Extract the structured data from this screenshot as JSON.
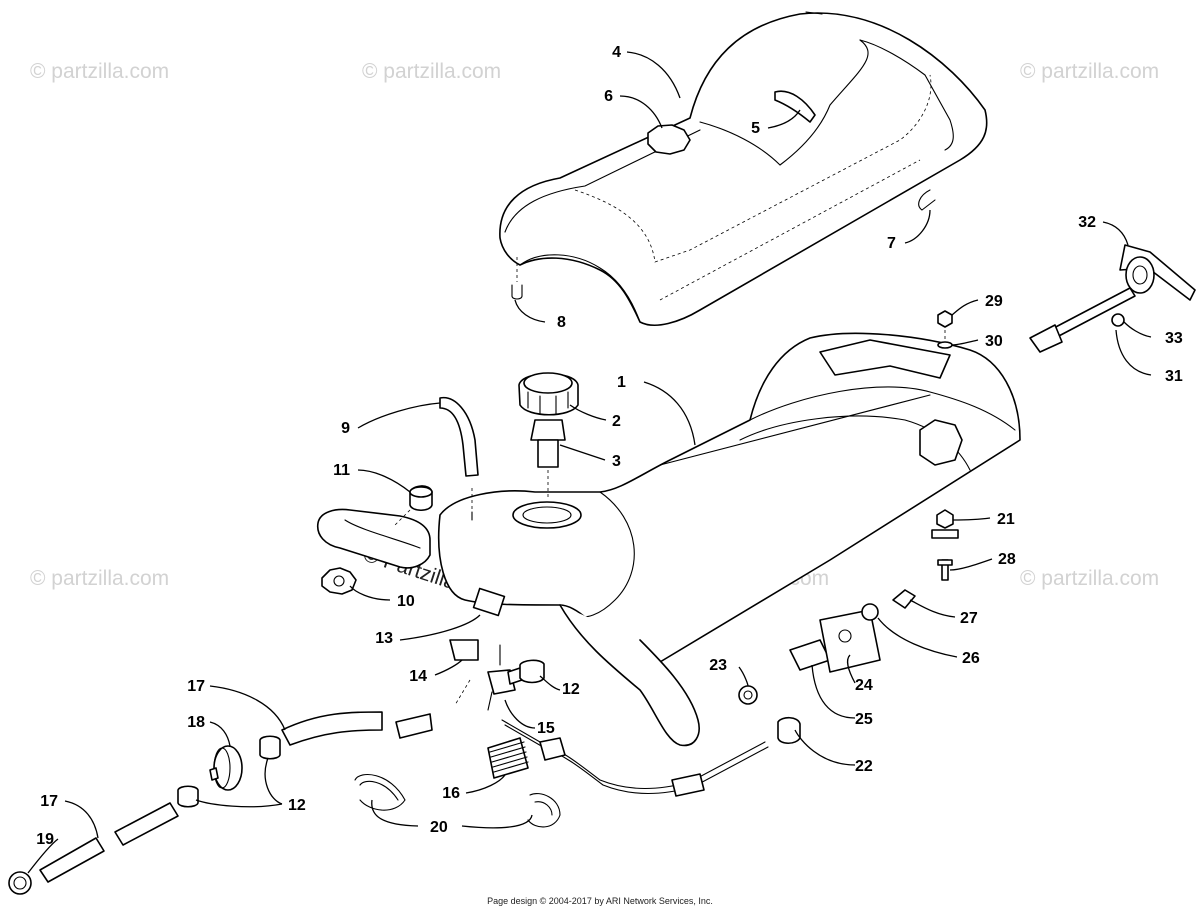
{
  "watermark": {
    "text": "© Partzilla.com",
    "text_lower": "© partzilla.com"
  },
  "callouts": [
    "1",
    "2",
    "3",
    "4",
    "5",
    "6",
    "7",
    "8",
    "9",
    "10",
    "11",
    "12",
    "13",
    "14",
    "15",
    "16",
    "17",
    "18",
    "19",
    "20",
    "21",
    "22",
    "23",
    "24",
    "25",
    "26",
    "27",
    "28",
    "29",
    "30",
    "31",
    "32",
    "33"
  ],
  "footer": "Page design © 2004-2017 by ARI Network Services, Inc."
}
